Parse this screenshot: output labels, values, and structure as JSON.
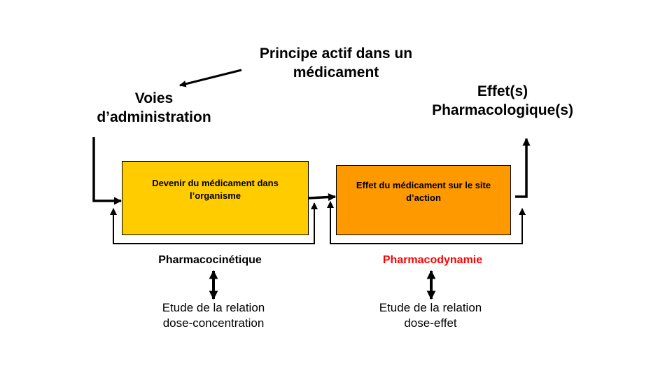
{
  "title_principe": "Principe actif dans un\nmédicament",
  "title_voies": "Voies\nd’administration",
  "title_effet": "Effet(s)\nPharmacologique(s)",
  "box_pk": "Devenir du médicament dans\nl’organisme",
  "box_pd": "Effet du médicament sur le site\nd’action",
  "label_pk": "Pharmacocinétique",
  "label_pd": "Pharmacodynamie",
  "sub_pk": "Etude de la relation\ndose-concentration",
  "sub_pd": "Etude de la relation\ndose-effet",
  "colors": {
    "box_pk": "#FFCC00",
    "box_pd": "#FF9900",
    "label_pd": "#FF0000"
  }
}
